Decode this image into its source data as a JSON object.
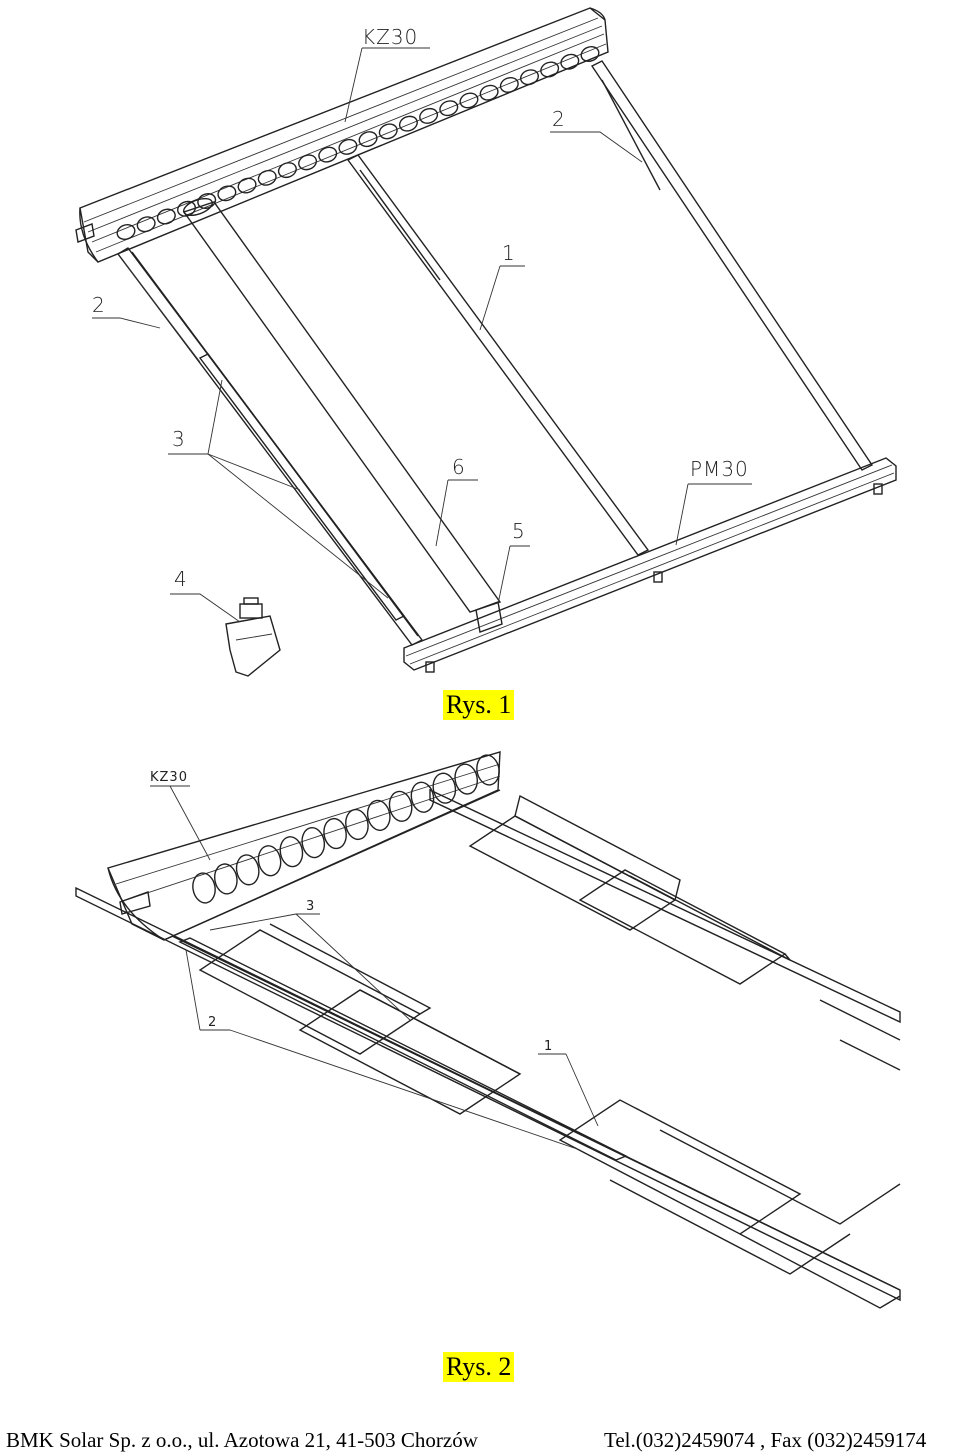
{
  "figure1": {
    "caption": "Rys. 1",
    "labels": {
      "kz30": "KZ30",
      "pm30": "PM30",
      "n1": "1",
      "n2a": "2",
      "n2b": "2",
      "n3": "3",
      "n4": "4",
      "n5": "5",
      "n6": "6"
    }
  },
  "figure2": {
    "caption": "Rys. 2",
    "labels": {
      "kz30": "KZ30",
      "n1": "1",
      "n2": "2",
      "n3": "3"
    }
  },
  "footer": {
    "company": "BMK Solar Sp. z o.o.,  ul. Azotowa 21,  41-503 Chorzów",
    "contact": "Tel.(032)2459074 ,    Fax (032)2459174"
  }
}
